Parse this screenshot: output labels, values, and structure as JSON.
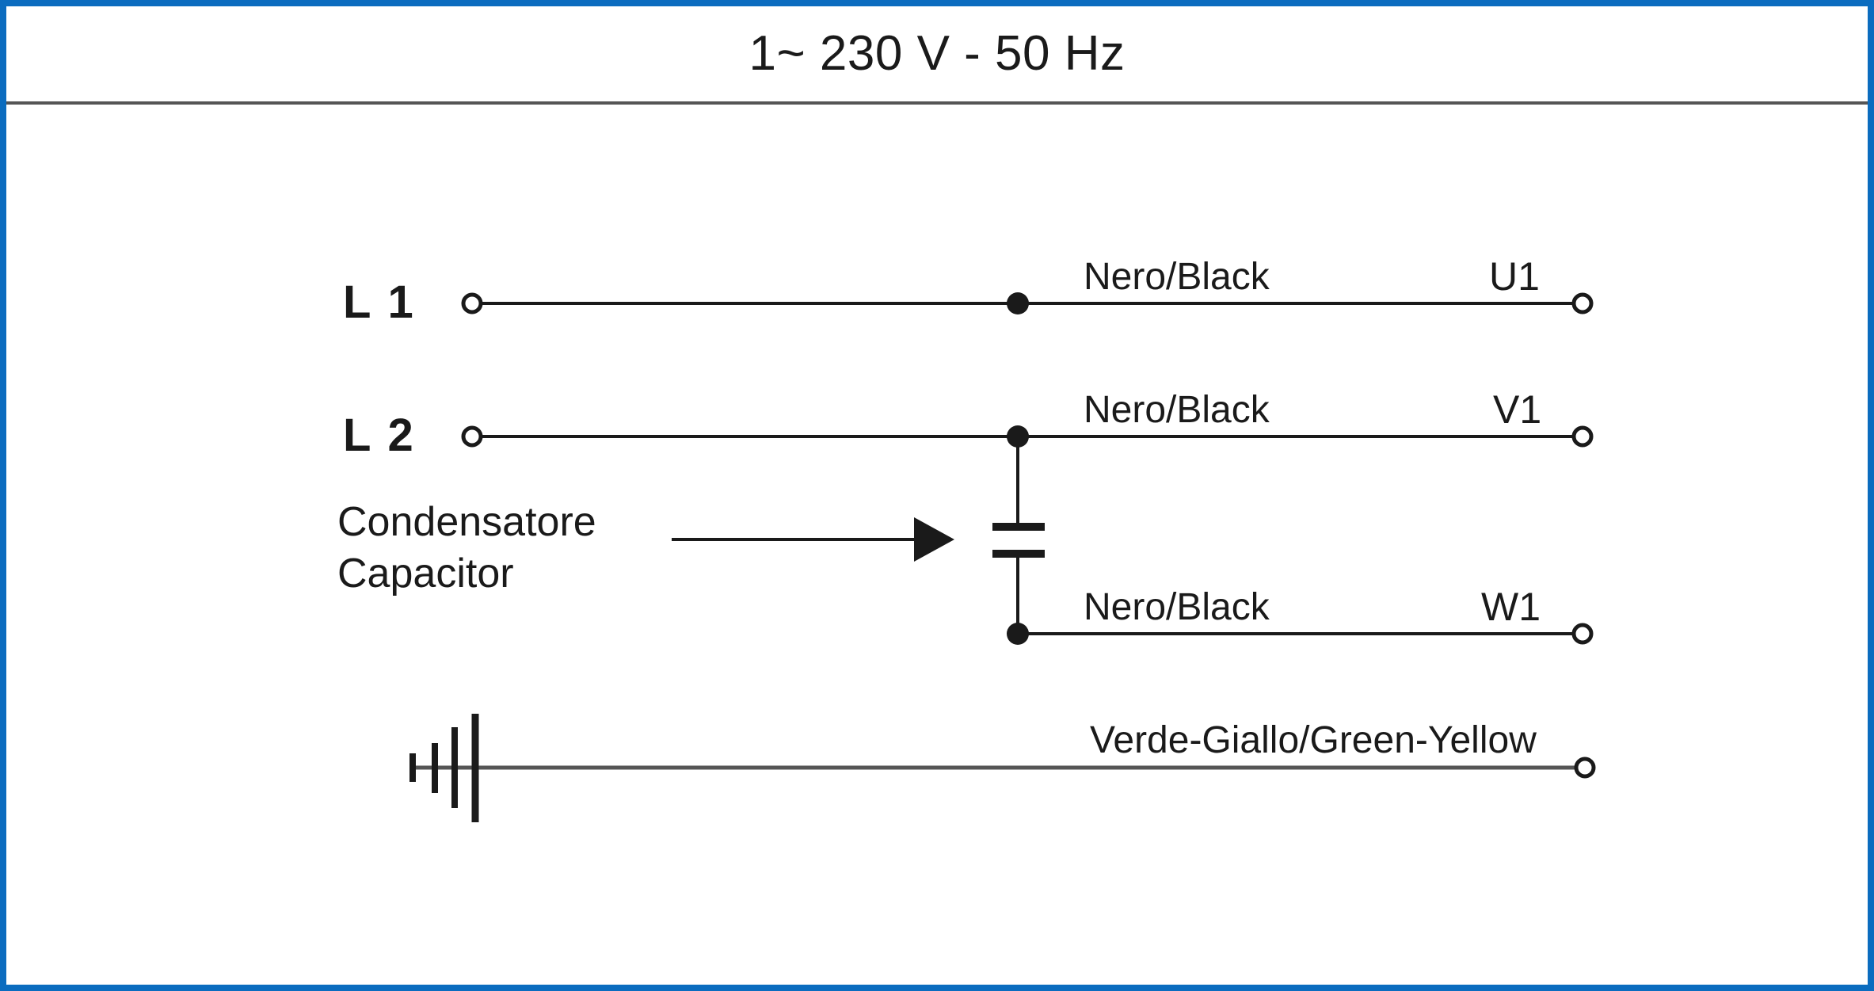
{
  "diagram": {
    "title": "1~ 230 V - 50 Hz",
    "frame_color": "#0B6CBF",
    "line_color": "#1a1a1a",
    "separator_color": "#555555"
  },
  "supply_terminals": [
    {
      "id": "l1",
      "label": "L 1"
    },
    {
      "id": "l2",
      "label": "L 2"
    }
  ],
  "capacitor": {
    "label_it": "Condensatore",
    "label_en": "Capacitor",
    "symbol_name": "capacitor-symbol",
    "pointer_name": "capacitor-arrow"
  },
  "ground": {
    "symbol_name": "earth-ground-symbol",
    "wire_label": "Verde-Giallo/Green-Yellow"
  },
  "wires": [
    {
      "id": "u1",
      "color_label": "Nero/Black",
      "terminal": "U1"
    },
    {
      "id": "v1",
      "color_label": "Nero/Black",
      "terminal": "V1"
    },
    {
      "id": "w1",
      "color_label": "Nero/Black",
      "terminal": "W1"
    }
  ]
}
